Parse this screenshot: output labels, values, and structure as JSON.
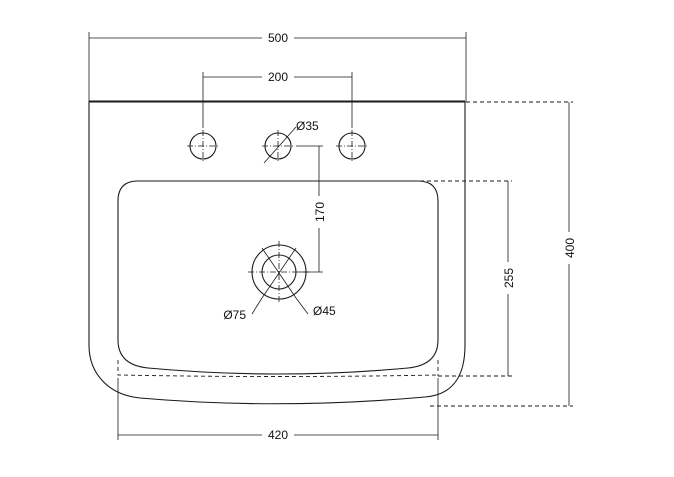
{
  "dimensions": {
    "overall_width": "500",
    "tap_hole_spacing": "200",
    "tap_hole_diameter": "Ø35",
    "tap_to_waste": "170",
    "overall_depth": "400",
    "bowl_depth": "255",
    "waste_outer_diameter": "Ø75",
    "waste_inner_diameter": "Ø45",
    "bowl_width": "420"
  }
}
